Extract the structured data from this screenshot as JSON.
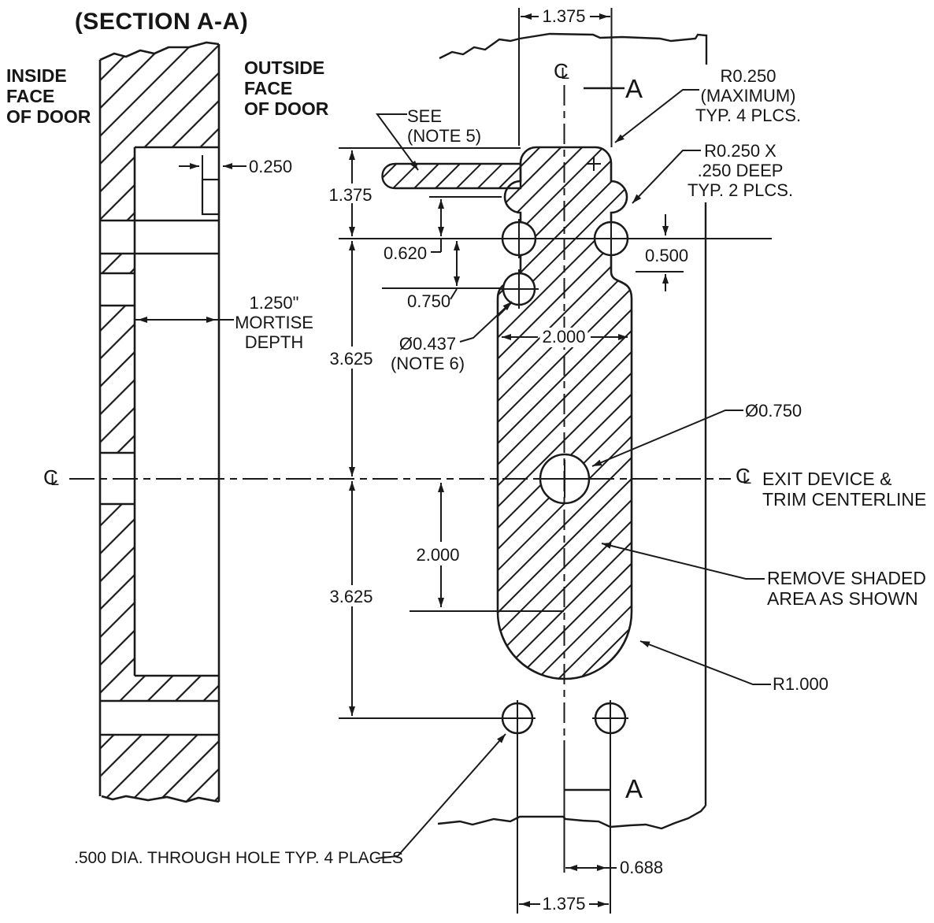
{
  "title": "(SECTION A-A)",
  "section_view": {
    "inside_face": [
      "INSIDE",
      "FACE",
      "OF DOOR"
    ],
    "outside_face": [
      "OUTSIDE",
      "FACE",
      "OF DOOR"
    ],
    "slot_depth": "0.250",
    "mortise": [
      "1.250\"",
      "MORTISE",
      "DEPTH"
    ]
  },
  "template_view": {
    "dims": {
      "top_width": "1.375",
      "height_top": "1.375",
      "notch_offset": "0.620",
      "hole_offset": "0.750",
      "upper_half": "3.625",
      "lower_half": "3.625",
      "cut_width": "2.000",
      "lower_tangent": "2.000",
      "right_step": "0.500",
      "bottom_offset": "0.688",
      "bottom_width": "1.375"
    },
    "notes": {
      "see_note5": [
        "SEE",
        "(NOTE 5)"
      ],
      "r_max": [
        "R0.250",
        "(MAXIMUM)",
        "TYP. 4 PLCS."
      ],
      "r_deep": [
        "R0.250 X",
        ".250 DEEP",
        "TYP. 2 PLCS."
      ],
      "hole_437": [
        "Ø0.437",
        "(NOTE 6)"
      ],
      "hole_750": "Ø0.750",
      "centerline_label": [
        "EXIT DEVICE &",
        "TRIM CENTERLINE"
      ],
      "remove": [
        "REMOVE SHADED",
        "AREA AS SHOWN"
      ],
      "radius": "R1.000",
      "through_holes": ".500 DIA. THROUGH HOLE TYP. 4 PLACES"
    },
    "section_marker": "A"
  },
  "symbols": {
    "cl_c": "C",
    "cl_l": "L"
  }
}
